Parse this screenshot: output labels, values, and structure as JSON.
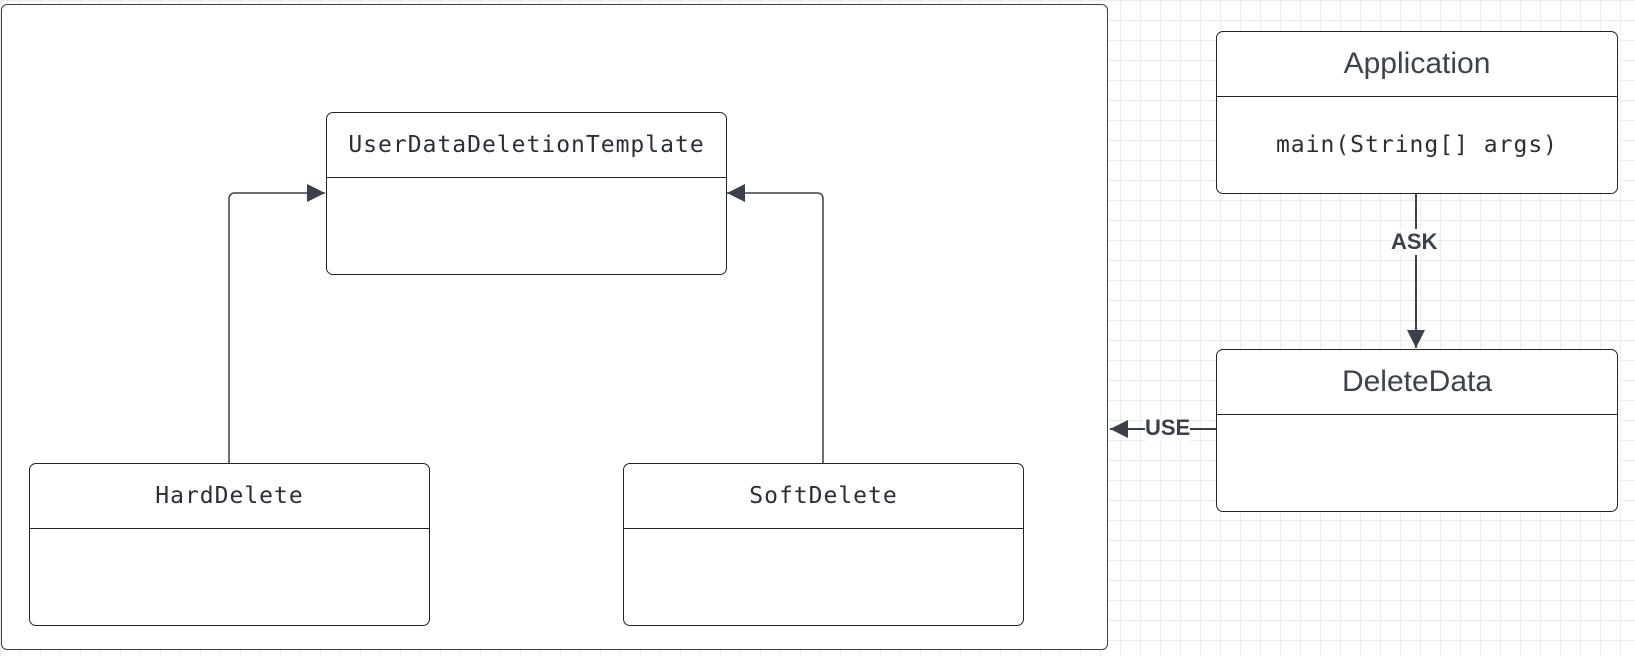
{
  "classes": {
    "template": {
      "name": "UserDataDeletionTemplate"
    },
    "hard": {
      "name": "HardDelete"
    },
    "soft": {
      "name": "SoftDelete"
    },
    "application": {
      "name": "Application",
      "method": "main(String[] args)"
    },
    "delete_data": {
      "name": "DeleteData"
    }
  },
  "edges": {
    "ask": "ASK",
    "use": "USE"
  },
  "colors": {
    "line": "#3a414a",
    "grid": "#ececec"
  }
}
